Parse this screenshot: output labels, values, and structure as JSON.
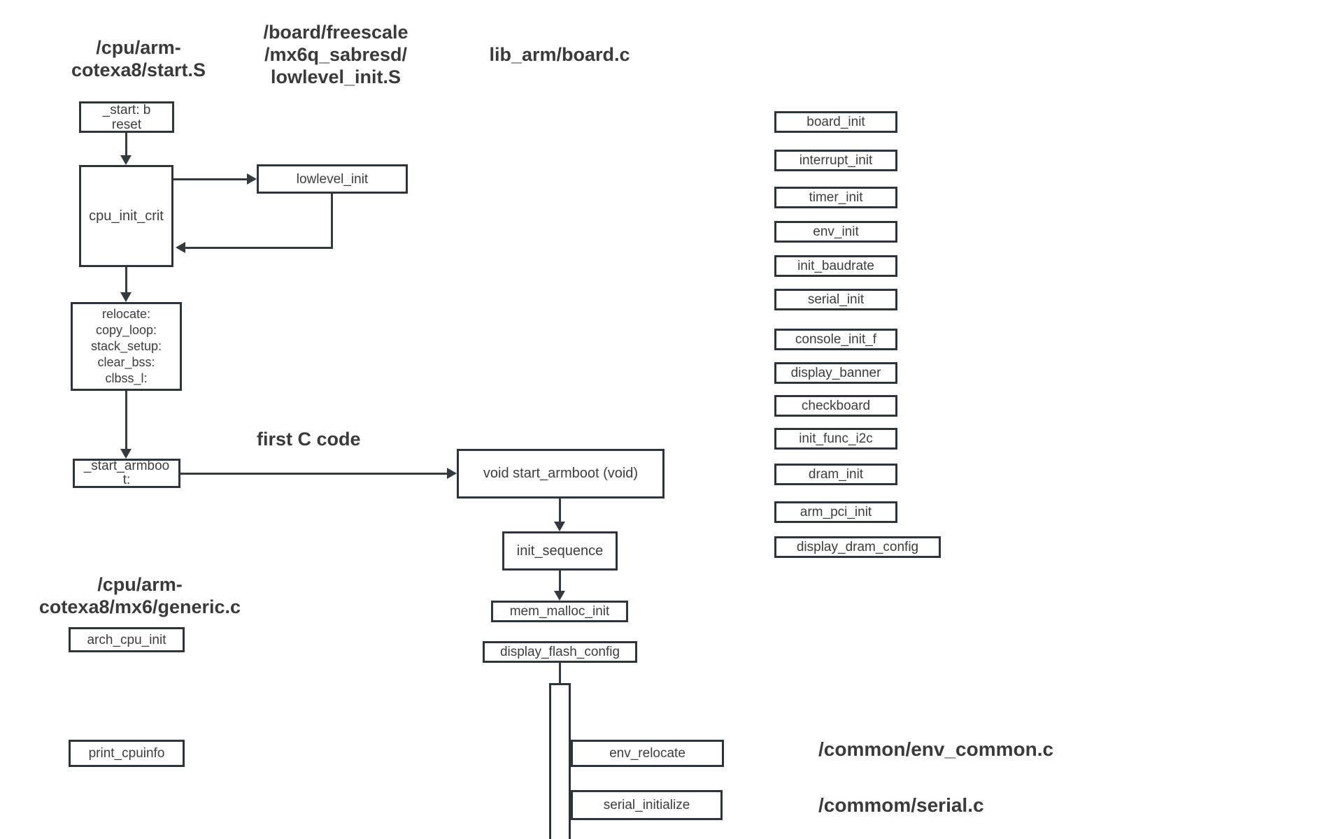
{
  "colors": {
    "background": "#ffffff",
    "box_border": "#2e343b",
    "box_fill": "#ffffff",
    "box_text": "#3d3d3d",
    "heading_text": "#3a3a3a",
    "connector": "#343a41"
  },
  "headers": {
    "start_s": {
      "line1": "/cpu/arm-",
      "line2": "cotexa8/start.S"
    },
    "lowlevel_init_s": {
      "line1": "/board/freescale",
      "line2": "/mx6q_sabresd/",
      "line3": "lowlevel_init.S"
    },
    "lib_arm_board_c": "lib_arm/board.c",
    "generic_c": {
      "line1": "/cpu/arm-",
      "line2": "cotexa8/mx6/generic.c"
    },
    "env_common_c": "/common/env_common.c",
    "serial_c": "/commom/serial.c"
  },
  "annotations": {
    "first_c_code": "first C code"
  },
  "flow": {
    "start": {
      "line1": "_start: b",
      "line2": "reset"
    },
    "cpu_init_crit": "cpu_init_crit",
    "lowlevel_init": "lowlevel_init",
    "relocate": {
      "line1": "relocate:",
      "line2": "copy_loop:",
      "line3": "stack_setup:",
      "line4": "clear_bss:",
      "line5": "clbss_l:"
    },
    "start_armboot": {
      "line1": "_start_armboo",
      "line2": "t:"
    },
    "void_start_armboot": "void start_armboot (void)",
    "init_sequence": "init_sequence",
    "mem_malloc_init": "mem_malloc_init",
    "display_flash_config": "display_flash_config",
    "env_relocate": "env_relocate",
    "serial_initialize": "serial_initialize"
  },
  "left_column": {
    "arch_cpu_init": "arch_cpu_init",
    "print_cpuinfo": "print_cpuinfo"
  },
  "init_sequence_list": [
    "board_init",
    "interrupt_init",
    "timer_init",
    "env_init",
    "init_baudrate",
    "serial_init",
    "console_init_f",
    "display_banner",
    "checkboard",
    "init_func_i2c",
    "dram_init",
    "arm_pci_init",
    "display_dram_config"
  ]
}
